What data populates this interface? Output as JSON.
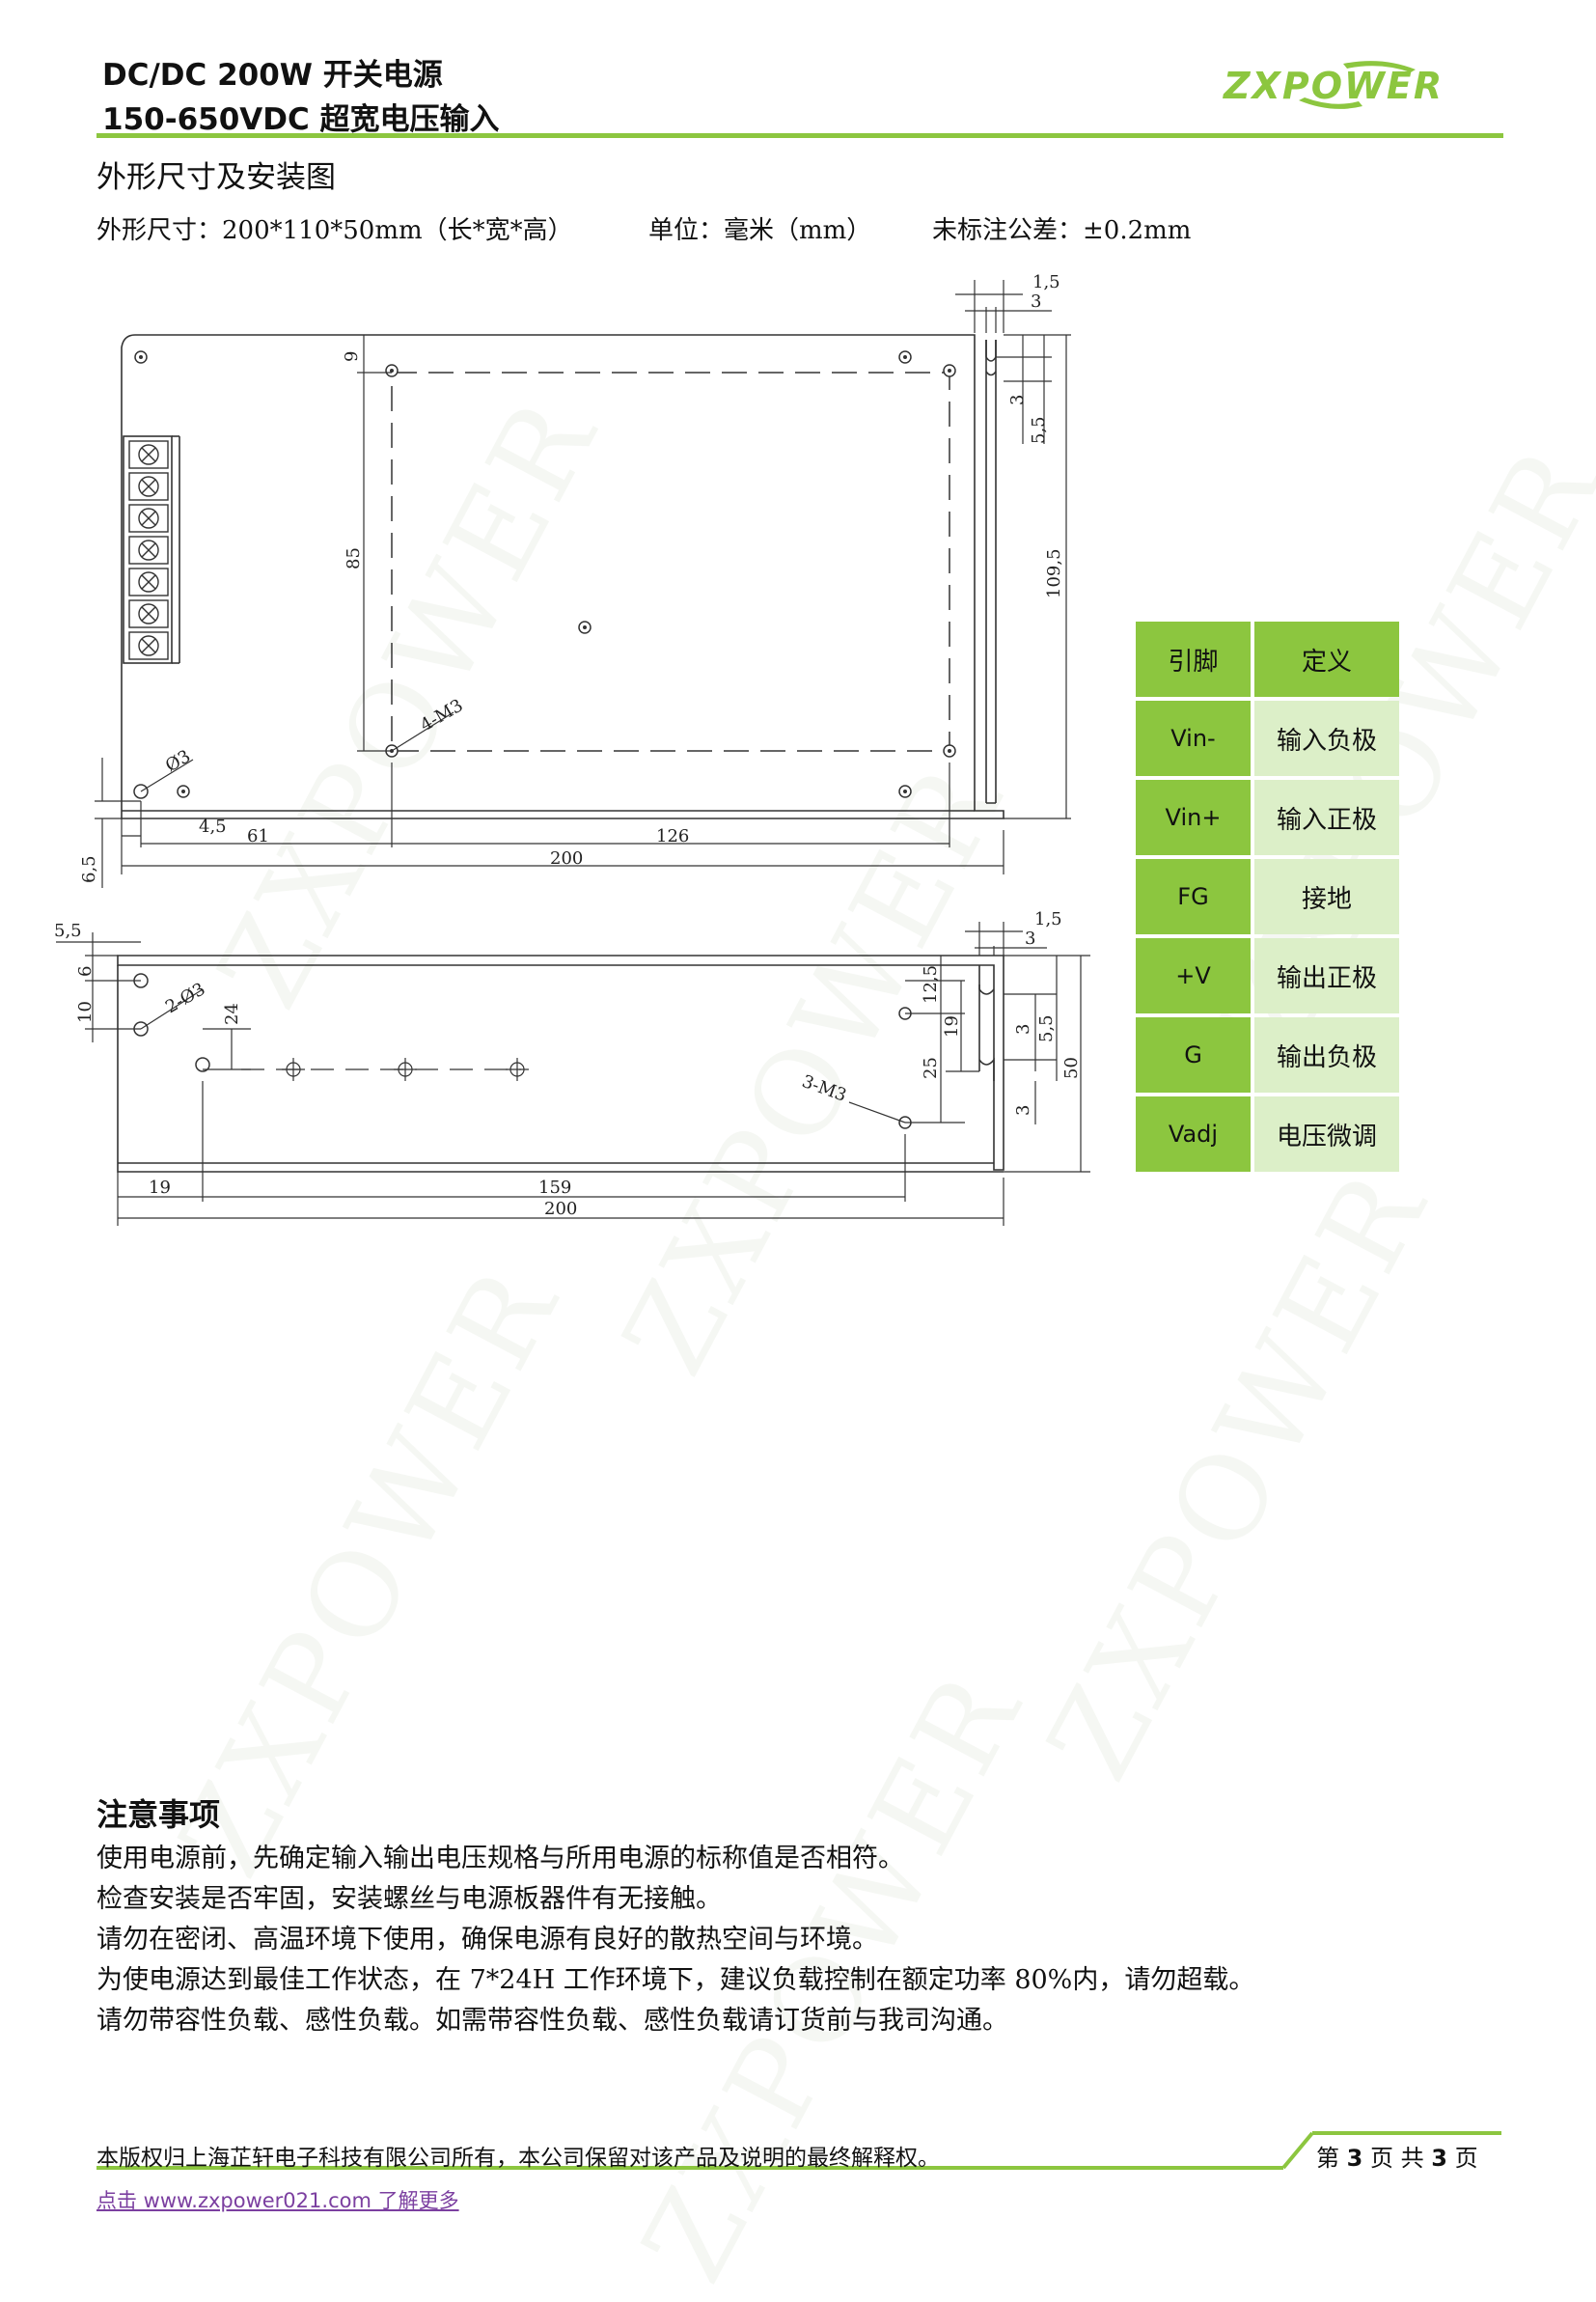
{
  "header": {
    "title_line1": "DC/DC 200W  开关电源",
    "title_line2": "150-650VDC 超宽电压输入",
    "logo_text": "ZXPOWER",
    "accent_color": "#8cc63f"
  },
  "section": {
    "title": "外形尺寸及安装图",
    "dims": "外形尺寸：200*110*50mm（长*宽*高）",
    "unit": "单位：毫米（mm）",
    "tolerance": "未标注公差：±0.2mm"
  },
  "drawing": {
    "top_view": {
      "dim_1_5": "1,5",
      "dim_3": "3",
      "dim_9": "9",
      "dim_3b": "3",
      "dim_5_5": "5,5",
      "dim_85": "85",
      "dim_109_5": "109,5",
      "hole_4_m3": "4-M3",
      "hole_d3": "Ø3",
      "dim_4_5": "4,5",
      "dim_61": "61",
      "dim_126": "126",
      "dim_200": "200",
      "dim_6_5": "6,5"
    },
    "side_view": {
      "dim_5_5": "5,5",
      "dim_10": "10",
      "dim_6": "6",
      "hole_2_d3": "2-Ø3",
      "dim_24": "24",
      "dim_1_5": "1,5",
      "dim_3": "3",
      "dim_12_5": "12,5",
      "dim_19": "19",
      "dim_3b": "3",
      "dim_5_5b": "5,5",
      "dim_25": "25",
      "dim_50": "50",
      "dim_3c": "3",
      "hole_3_m3": "3-M3",
      "dim_19b": "19",
      "dim_159": "159",
      "dim_200": "200"
    }
  },
  "pin_table": {
    "headers": [
      "引脚",
      "定义"
    ],
    "rows": [
      {
        "pin": "Vin-",
        "def": "输入负极"
      },
      {
        "pin": "Vin+",
        "def": "输入正极"
      },
      {
        "pin": "FG",
        "def": "接地"
      },
      {
        "pin": "+V",
        "def": "输出正极"
      },
      {
        "pin": "G",
        "def": "输出负极"
      },
      {
        "pin": "Vadj",
        "def": "电压微调"
      }
    ]
  },
  "notes": {
    "title": "注意事项",
    "items": [
      "使用电源前，先确定输入输出电压规格与所用电源的标称值是否相符。",
      "检查安装是否牢固，安装螺丝与电源板器件有无接触。",
      "请勿在密闭、高温环境下使用，确保电源有良好的散热空间与环境。",
      "为使电源达到最佳工作状态，在 7*24H 工作环境下，建议负载控制在额定功率 80%内，请勿超载。",
      "请勿带容性负载、感性负载。如需带容性负载、感性负载请订货前与我司沟通。"
    ]
  },
  "watermark": "ZXPOWER",
  "footer": {
    "copyright": "本版权归上海芷轩电子科技有限公司所有，本公司保留对该产品及说明的最终解释权。",
    "page_prefix": "第",
    "page_num": "3",
    "page_mid": "页 共",
    "page_total": "3",
    "page_suffix": "页",
    "link_text": "点击 www.zxpower021.com 了解更多"
  }
}
